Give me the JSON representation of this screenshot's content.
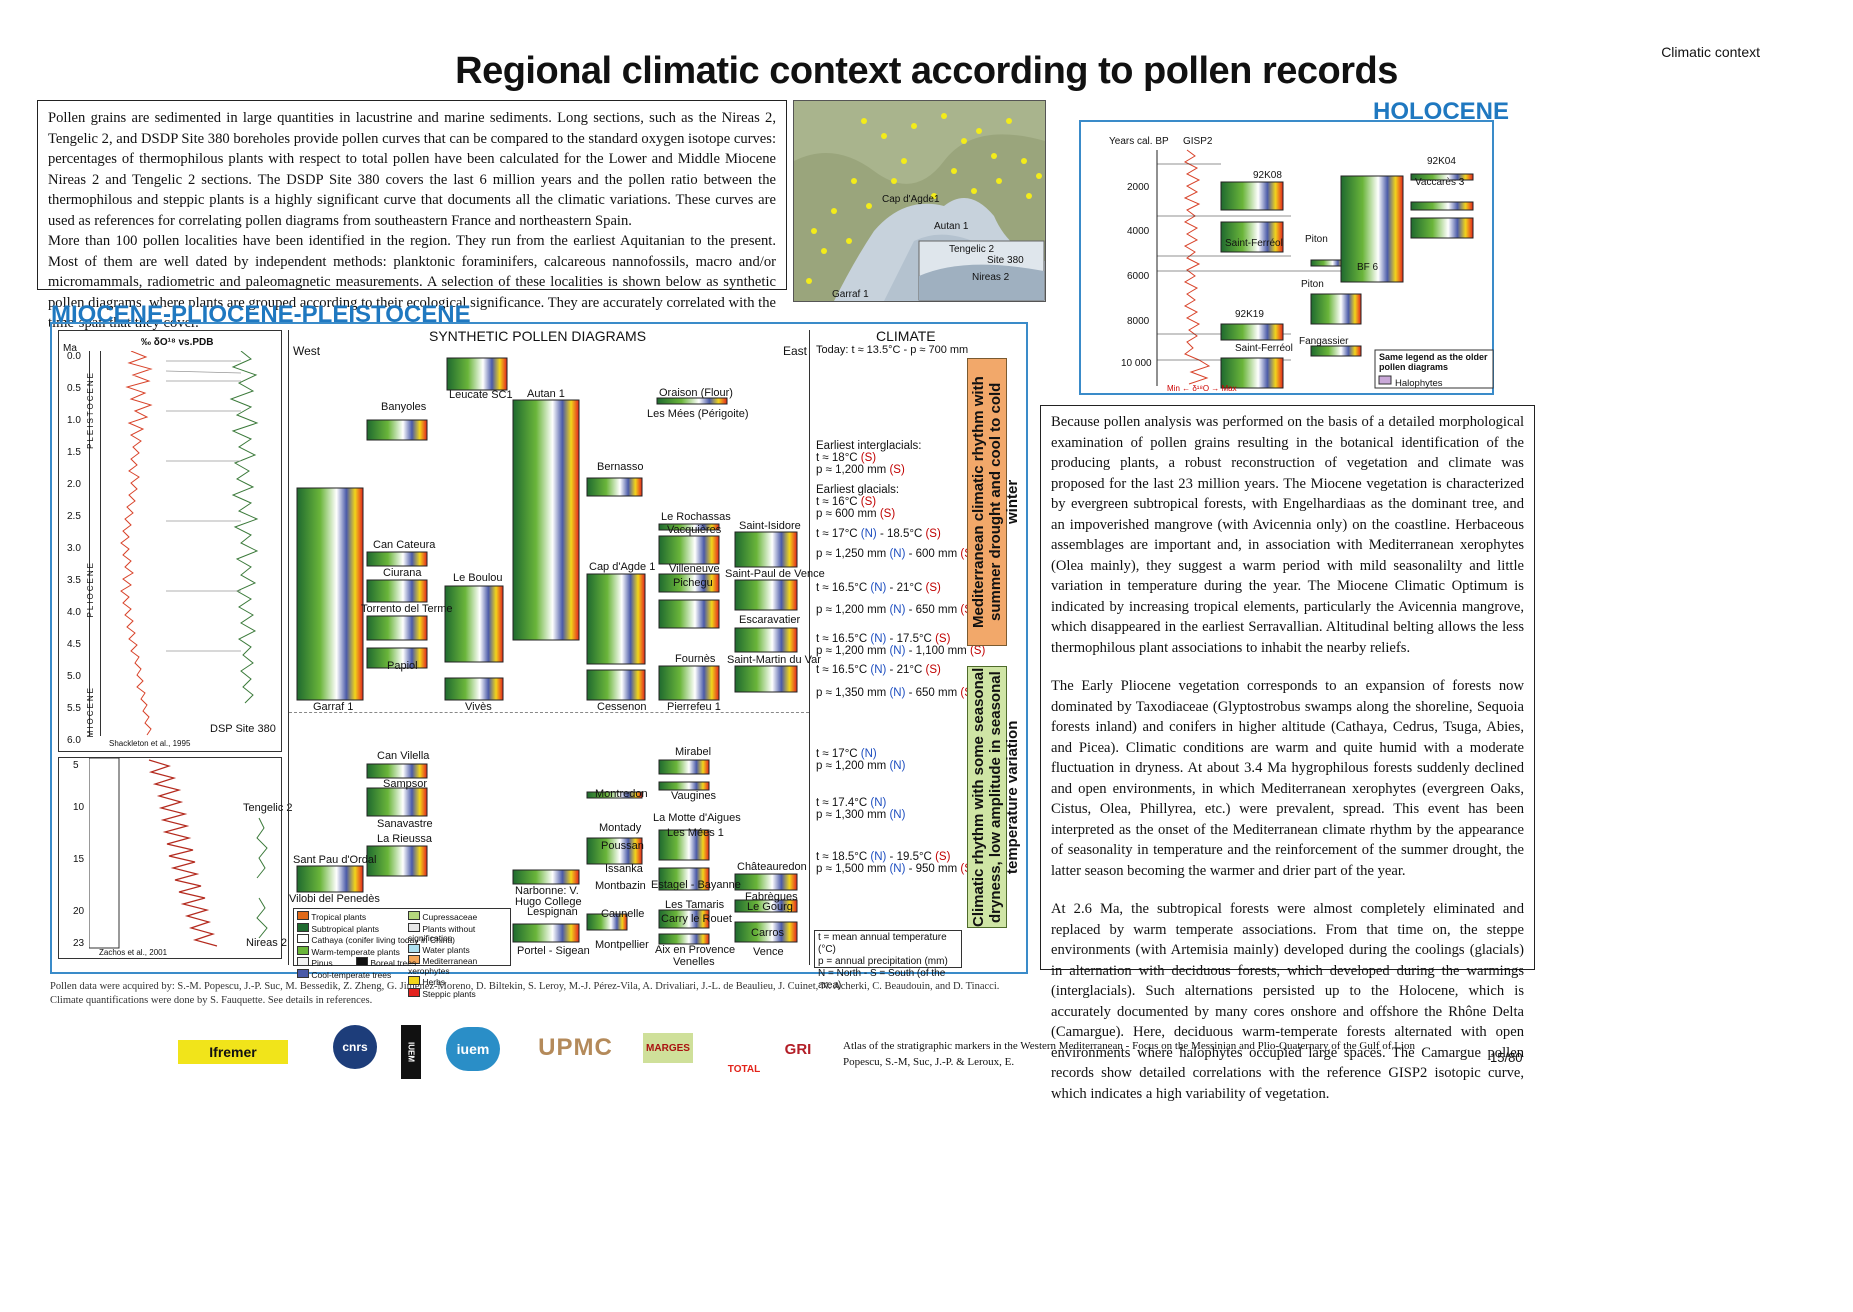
{
  "header": {
    "title": "Regional climatic context according to pollen records",
    "topright": "Climatic context"
  },
  "intro": {
    "p1": "Pollen grains are sedimented in large quantities in lacustrine and marine sediments. Long sections, such as the Nireas 2, Tengelic 2, and DSDP Site 380 boreholes provide pollen curves that can be compared to the standard oxygen isotope curves: percentages of thermophilous plants with respect to total pollen have been calculated for the Lower and Middle Miocene Nireas 2 and Tengelic 2 sections. The DSDP Site 380 covers the last 6 million years and the pollen ratio between the thermophilous and steppic plants is a highly significant curve that documents all the climatic variations. These curves are used as references for correlating pollen diagrams from southeastern France and northeastern Spain.",
    "p2": "More than 100 pollen localities have been identified in the region. They run from the earliest Aquitanian to the present. Most of them are well dated by independent methods: planktonic foraminifers, calcareous nannofossils, macro and/or micromammals, radiometric and paleomagnetic measurements. A selection of these localities is shown below as synthetic pollen diagrams, where plants are grouped according to their ecological significance. They are accurately correlated with the time-span that they cover."
  },
  "map": {
    "labels": [
      "Cap d'Agde1",
      "Autan 1",
      "Garraf 1"
    ],
    "inset": [
      "Tengelic 2",
      "Site 380",
      "Nireas 2"
    ]
  },
  "sections": {
    "miocene": "MIOCENE-PLIOCENE-PLEISTOCENE",
    "holocene": "HOLOCENE"
  },
  "left_panel": {
    "axis_head": "‰ δO¹⁸ vs.PDB",
    "ma": "Ma",
    "ticks_top": [
      "0.0",
      "0.5",
      "1.0",
      "1.5",
      "2.0",
      "2.5",
      "3.0",
      "3.5",
      "4.0",
      "4.5",
      "5.0",
      "5.5",
      "6.0"
    ],
    "ticks_bottom": [
      "5",
      "10",
      "15",
      "20",
      "23"
    ],
    "epochs": [
      "PLEISTOCENE",
      "PLIOCENE",
      "MIOCENE"
    ],
    "credit_top": "Shackleton et al., 1995",
    "credit_bottom": "Zachos et al., 2001",
    "site": "DSP Site 380",
    "tengelic": "Tengelic 2",
    "nireas": "Nireas 2"
  },
  "diagram": {
    "title": "SYNTHETIC POLLEN DIAGRAMS",
    "west": "West",
    "east": "East",
    "sites_upper": [
      "Leucate SC1",
      "Banyoles",
      "Autan 1",
      "Oraison (Flour)",
      "Les Mées (Périgoite)",
      "Bernasso",
      "Le Rochassas",
      "Vacquières",
      "Saint-Isidore",
      "Can Cateura",
      "Ciurana",
      "Le Boulou",
      "Cap d'Agde 1",
      "Villeneuve",
      "Pichegu",
      "Saint-Paul de Vence",
      "Torrento del Terme",
      "Escaravatier",
      "Papiol",
      "Fournès",
      "Saint-Martin du Var",
      "Garraf 1",
      "Vivès",
      "Cessenon",
      "Pierrefeu 1"
    ],
    "sites_lower": [
      "Can Vilella",
      "Mirabel",
      "Sampsor",
      "Montredon",
      "Vaugines",
      "Sanavastre",
      "La Motte d'Aigues",
      "La Rieussa",
      "Montady",
      "Les Mées 1",
      "Poussan",
      "Sant Pau d'Ordal",
      "Châteauredon",
      "Issanka",
      "Vilobi del Penedès",
      "Montbazin",
      "Estagel - Bayanne",
      "Fabrègues",
      "Le Gourg",
      "Narbonne: V. Hugo College",
      "Lespignan",
      "Caunelle",
      "Les Tamaris",
      "Carry le Rouet",
      "Carros",
      "Montpellier",
      "Portel - Sigean",
      "Aix en Provence",
      "Venelles",
      "Vence"
    ],
    "legend": [
      "Tropical plants",
      "Subtropical plants",
      "Cathaya (conifer living today in China)",
      "Warm-temperate plants",
      "Pinus",
      "Cool-temperate trees",
      "Cupressaceae",
      "Plants without signification",
      "Water plants",
      "Mediterranean xerophytes",
      "Herbs",
      "Boreal trees",
      "Steppic plants"
    ],
    "colors": {
      "tropical": "#e06a1a",
      "subtropical": "#1f6a2f",
      "cathaya": "#ffffff",
      "warm": "#6ab53a",
      "pinus": "#f3f3f3",
      "cool": "#4a5aa8",
      "cupressaceae": "#b5d67d",
      "nosig": "#e8e8e8",
      "water": "#aee0f0",
      "medit": "#f2a65a",
      "herbs": "#f2d51a",
      "boreal": "#111111",
      "steppic": "#e3231f"
    }
  },
  "climate": {
    "head": "CLIMATE",
    "today": "Today: t ≈ 13.5°C - p ≈ 700 mm",
    "interglacial_title": "Earliest interglacials:",
    "interglacial_t": "t ≈ 18°C",
    "interglacial_p": "p ≈ 1,200 mm",
    "glacial_title": "Earliest glacials:",
    "glacial_t": "t ≈ 16°C",
    "glacial_p": "p ≈ 600 mm",
    "rows": [
      {
        "a": "t ≈ 17°C ",
        "b": "(N)",
        "c": " - 18.5°C ",
        "d": "(S)"
      },
      {
        "a": "p ≈ 1,250 mm ",
        "b": "(N)",
        "c": " - 600 mm ",
        "d": "(S)"
      },
      {
        "a": "t ≈ 16.5°C ",
        "b": "(N)",
        "c": " - 21°C ",
        "d": "(S)"
      },
      {
        "a": "p ≈ 1,200 mm ",
        "b": "(N)",
        "c": " - 650 mm ",
        "d": "(S)"
      },
      {
        "a": "t ≈ 16.5°C ",
        "b": "(N)",
        "c": " - 17.5°C ",
        "d": "(S)"
      },
      {
        "a": "p ≈ 1,200 mm ",
        "b": "(N)",
        "c": " - 1,100 mm ",
        "d": "(S)"
      },
      {
        "a": "t ≈ 16.5°C ",
        "b": "(N)",
        "c": " - 21°C ",
        "d": "(S)"
      },
      {
        "a": "p ≈ 1,350 mm ",
        "b": "(N)",
        "c": " - 650 mm ",
        "d": "(S)"
      },
      {
        "a": "t ≈ 17°C ",
        "b": "(N)",
        "c": "",
        "d": ""
      },
      {
        "a": "p ≈ 1,200 mm ",
        "b": "(N)",
        "c": "",
        "d": ""
      },
      {
        "a": "t ≈ 17.4°C ",
        "b": "(N)",
        "c": "",
        "d": ""
      },
      {
        "a": "p ≈ 1,300 mm ",
        "b": "(N)",
        "c": "",
        "d": ""
      },
      {
        "a": "t ≈ 18.5°C ",
        "b": "(N)",
        "c": " - 19.5°C ",
        "d": "(S)"
      },
      {
        "a": "p ≈ 1,500 mm ",
        "b": "(N)",
        "c": " - 950 mm ",
        "d": "(S)"
      }
    ],
    "band_orange": "Mediterranean climatic rhythm with summer drought and cool to cold winter",
    "band_green": "Climatic rhythm with some seasonal dryness, low amplitude in seasonal temperature variation",
    "key1": "t = mean annual temperature (°C)",
    "key2": "p = annual precipitation (mm)",
    "key3": "N = North - S = South (of the area)",
    "s_mark": "(S)"
  },
  "holocene": {
    "years": "Years cal. BP",
    "gisp": "GISP2",
    "ticks": [
      "2000",
      "4000",
      "6000",
      "8000",
      "10 000"
    ],
    "minmax": "Min ← δ¹⁸O → Max",
    "cores": [
      "92K08",
      "92K04",
      "Vaccarès 3",
      "Saint-Ferréol",
      "Piton",
      "BF 6",
      "Piton",
      "92K19",
      "Fangassier",
      "Saint-Ferréol"
    ],
    "legend_title": "Same legend as the older pollen diagrams",
    "legend_item": "Halophytes"
  },
  "right_text": {
    "p1": "Because pollen analysis was performed on the basis of a detailed morphological examination of pollen grains resulting in the botanical identification of the producing plants, a robust reconstruction of vegetation and climate was proposed for the last 23 million years. The Miocene vegetation is characterized by evergreen subtropical forests, with Engelhardiaas as the dominant tree, and an impoverished mangrove (with Avicennia only) on the coastline. Herbaceous assemblages are important and, in association with Mediterranean xerophytes (Olea mainly), they suggest a warm period with mild seasonalilty and little variation in temperature during the year. The Miocene Climatic Optimum is indicated by increasing tropical elements, particularly the Avicennia mangrove, which disappeared in the earliest Serravallian. Altitudinal belting allows the less thermophilous plant associations to inhabit the nearby reliefs.",
    "p2": "The Early Pliocene vegetation corresponds to an expansion of forests now dominated by Taxodiaceae (Glyptostrobus swamps along the shoreline, Sequoia forests inland) and conifers in higher altitude (Cathaya, Cedrus, Tsuga, Abies, and Picea). Climatic conditions are warm and quite humid with a moderate fluctuation in dryness. At about 3.4 Ma hygrophilous forests suddenly declined and open environments, in which Mediterranean xerophytes (evergreen Oaks, Cistus, Olea, Phillyrea, etc.) were prevalent, spread. This event has been interpreted as the onset of the Mediterranean climate rhythm by the appearance of seasonality in temperature and the reinforcement of the summer drought, the latter season becoming the warmer and drier part of the year.",
    "p3": "At 2.6 Ma, the subtropical forests were almost completely eliminated and replaced by warm temperate associations. From that time on, the steppe environments (with Artemisia mainly) developed during the coolings (glacials) in alternation with deciduous forests, which developed during the warmings (interglacials). Such alternations persisted up to the Holocene, which is accurately documented by many cores onshore and offshore the Rhône Delta (Camargue). Here, deciduous warm-temperate forests alternated with open environments where halophytes occupied large spaces. The Camargue pollen records show detailed correlations with the reference GISP2 isotopic curve, which indicates a high variability of vegetation."
  },
  "credits": "Pollen data were acquired by: S.-M. Popescu, J.-P. Suc, M. Bessedik, Z. Zheng, G. Jimenez-Moreno, D. Biltekin, S. Leroy, M.-J. Pérez-Vila, A. Drivaliari, J.-L. de Beaulieu, J. Cuinet, N. Acherki, C. Beaudouin, and D. Tinacci. Climate quantifications were done by S. Fauquette. See details in references.",
  "footer": {
    "logos": [
      "Ifremer",
      "cnrs",
      "IUEM",
      "iuem",
      "UPMC",
      "MARGES",
      "TOTAL",
      "GRI"
    ],
    "atlas_line1": "Atlas of the stratigraphic markers in the Western Mediterranean - Focus on the Messinian and Plio-Quaternary of the Gulf of Lion",
    "atlas_line2": "Popescu, S.-M, Suc, J.-P. & Leroux, E.",
    "page": "15/80"
  }
}
